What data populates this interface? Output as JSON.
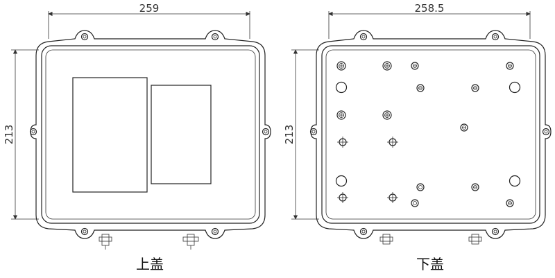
{
  "upper_cover": {
    "width_label": "259",
    "height_label": "213",
    "caption": "上盖"
  },
  "lower_cover": {
    "width_label": "258.5",
    "height_label": "213",
    "caption": "下盖"
  }
}
